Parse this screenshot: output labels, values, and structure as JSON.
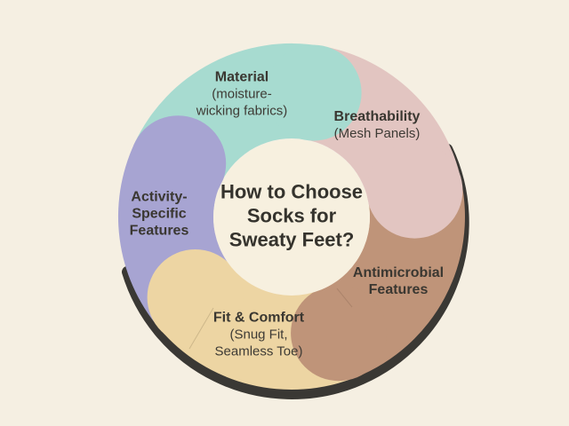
{
  "title": {
    "lines": [
      "How to Choose",
      "Socks for",
      "Sweaty Feet?"
    ]
  },
  "segments": [
    {
      "id": "material",
      "title_lines": [
        "Material"
      ],
      "sub_lines": [
        "(moisture-",
        "wicking fabrics)"
      ],
      "color": "#a7dbd0"
    },
    {
      "id": "breathability",
      "title_lines": [
        "Breathability"
      ],
      "sub_lines": [
        "(Mesh Panels)"
      ],
      "color": "#e2c5c1"
    },
    {
      "id": "antimicrobial",
      "title_lines": [
        "Antimicrobial",
        "Features"
      ],
      "sub_lines": [],
      "color": "#bf9479"
    },
    {
      "id": "fit-comfort",
      "title_lines": [
        "Fit & Comfort"
      ],
      "sub_lines": [
        "(Snug Fit,",
        "Seamless Toe)"
      ],
      "color": "#edd5a3"
    },
    {
      "id": "activity-specific",
      "title_lines": [
        "Activity-",
        "Specific",
        "Features"
      ],
      "sub_lines": [],
      "color": "#a7a4d2"
    }
  ],
  "colors": {
    "background": "#f5efe2",
    "hole": "#f7f0df",
    "ring_shadow": "#3a3834",
    "label_text": "#3e3b35",
    "title_text": "#35332d"
  }
}
